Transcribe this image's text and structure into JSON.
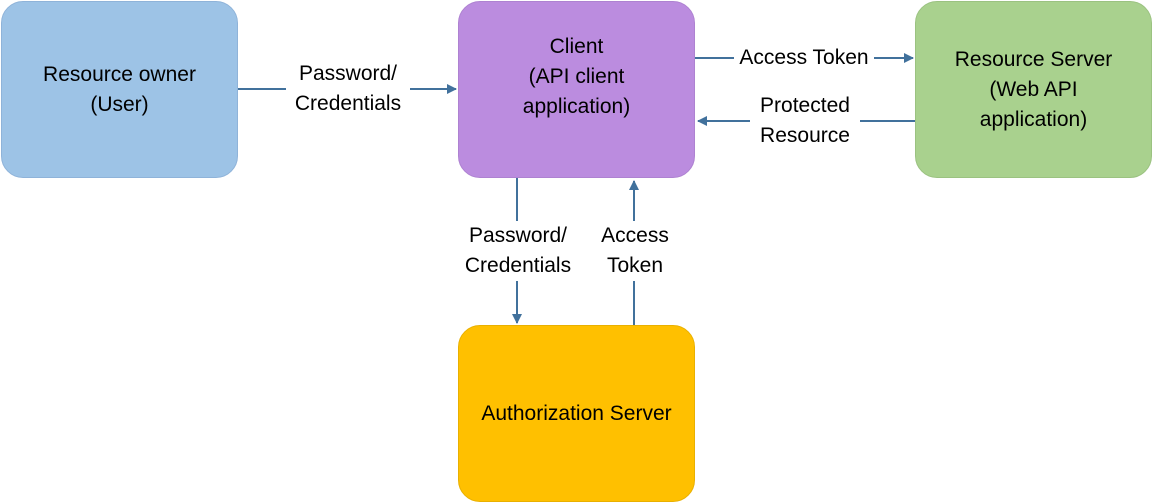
{
  "colors": {
    "resource_owner_fill": "#9DC3E6",
    "resource_owner_border": "#8FB3D9",
    "client_fill": "#BB8CDF",
    "client_border": "#AE82D1",
    "resource_server_fill": "#A9D18E",
    "resource_server_border": "#9BC281",
    "auth_server_fill": "#FFC000",
    "auth_server_border": "#E9B000",
    "arrow": "#41719C"
  },
  "nodes": {
    "resource_owner": {
      "line1": "Resource owner",
      "line2": "(User)"
    },
    "client": {
      "line1": "Client",
      "line2": "(API client",
      "line3": "application)"
    },
    "resource_server": {
      "line1": "Resource Server",
      "line2": "(Web API",
      "line3": "application)"
    },
    "authorization_server": {
      "line1": "Authorization Server"
    }
  },
  "edges": {
    "owner_to_client": {
      "line1": "Password/",
      "line2": "Credentials"
    },
    "client_to_resource_server": {
      "line1": "Access Token"
    },
    "resource_server_to_client": {
      "line1": "Protected",
      "line2": "Resource"
    },
    "client_to_auth_server": {
      "line1": "Password/",
      "line2": "Credentials"
    },
    "auth_server_to_client": {
      "line1": "Access",
      "line2": "Token"
    }
  }
}
